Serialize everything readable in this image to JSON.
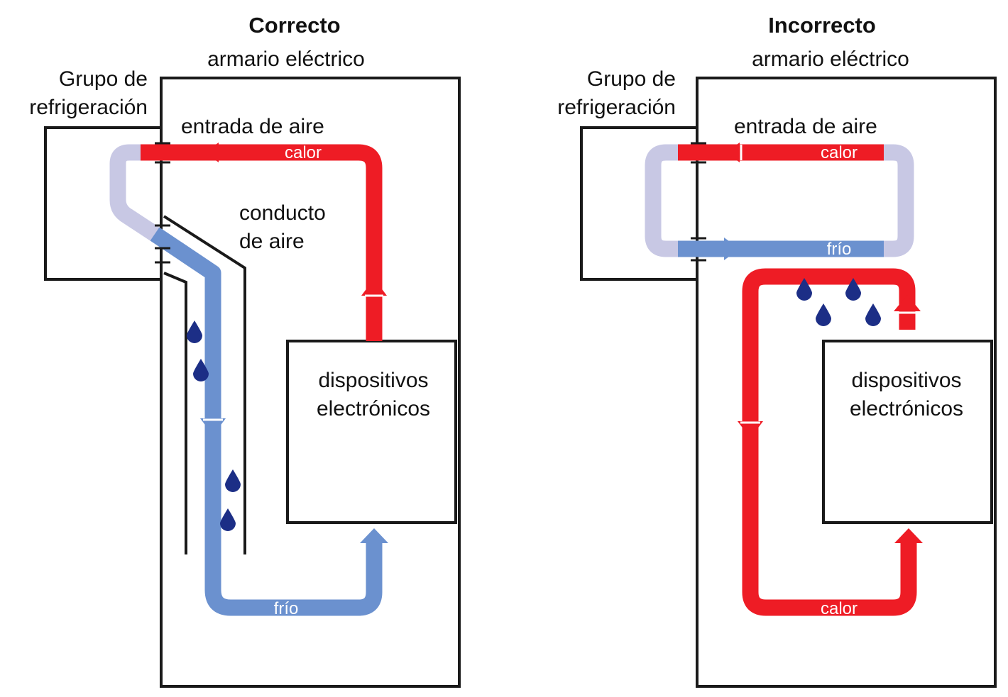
{
  "colors": {
    "hot": "#ee1c25",
    "cold": "#6b91cf",
    "neutral": "#c8c8e4",
    "drop": "#1c2e86",
    "line": "#1a1a1a"
  },
  "panels": [
    {
      "id": "correct",
      "title": "Correcto",
      "cabinet_label": "armario eléctrico",
      "unit_label": [
        "Grupo de",
        "refrigeración"
      ],
      "inlet_label": "entrada de aire",
      "duct_label": [
        "conducto",
        "de aire"
      ],
      "device_label": [
        "dispositivos",
        "electrónicos"
      ],
      "flow_labels": [
        "calor",
        "frío"
      ]
    },
    {
      "id": "incorrect",
      "title": "Incorrecto",
      "cabinet_label": "armario eléctrico",
      "unit_label": [
        "Grupo de",
        "refrigeración"
      ],
      "inlet_label": "entrada de aire",
      "device_label": [
        "dispositivos",
        "electrónicos"
      ],
      "flow_labels": [
        "calor",
        "frío",
        "calor"
      ]
    }
  ]
}
